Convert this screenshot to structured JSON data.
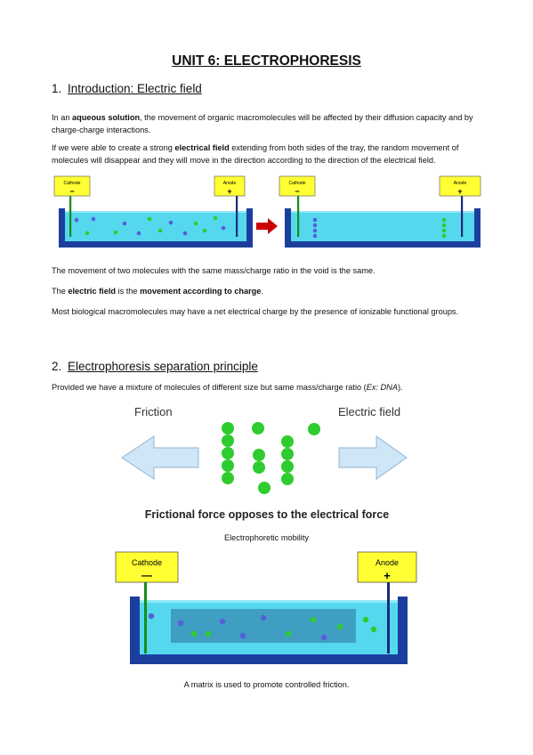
{
  "title": "UNIT 6: ELECTROPHORESIS",
  "section1": {
    "number": "1.",
    "heading": "Introduction: Electric field",
    "p1_pre": "In an ",
    "p1_bold": "aqueous solution",
    "p1_post": ", the movement of organic macromolecules will be affected by their diffusion capacity and by charge-charge interactions.",
    "p2_pre": "If we were able to create a strong ",
    "p2_bold": "electrical field",
    "p2_post": " extending from both sides of the tray, the random movement of molecules will disappear and they will move in the direction according to the direction of the electrical field.",
    "p3": "The movement of two molecules with the same mass/charge ratio in the void is the same.",
    "p4_pre": "The ",
    "p4_bold1": "electric field",
    "p4_mid": " is the ",
    "p4_bold2": "movement according to charge",
    "p4_post": ".",
    "p5": "Most biological macromolecules may have a net electrical charge by the presence of ionizable functional groups."
  },
  "figure1": {
    "cathode_label": "Cathode",
    "anode_label": "Anode",
    "minus": "−",
    "plus": "+"
  },
  "section2": {
    "number": "2.",
    "heading": "Electrophoresis separation principle",
    "p1_pre": "Provided we have a mixture of molecules of different size but same mass/charge ratio (",
    "p1_italic": "Ex: DNA",
    "p1_post": ")."
  },
  "figure2": {
    "friction_label": "Friction",
    "electric_field_label": "Electric field",
    "caption_bold": "Frictional force opposes to the electrical force",
    "mobility_label": "Electrophoretic mobility"
  },
  "figure3": {
    "cathode_label": "Cathode",
    "anode_label": "Anode",
    "minus": "—",
    "plus": "+",
    "caption": "A matrix is used to promote controlled friction."
  },
  "colors": {
    "tray_blue": "#1c3f9e",
    "liquid": "#55d8ee",
    "label_yellow": "#ffff33",
    "arrow_red": "#cc0000",
    "arrow_light": "#cfe6f6",
    "molecule_green": "#2ecc2e",
    "molecule_blue": "#5560d8"
  }
}
